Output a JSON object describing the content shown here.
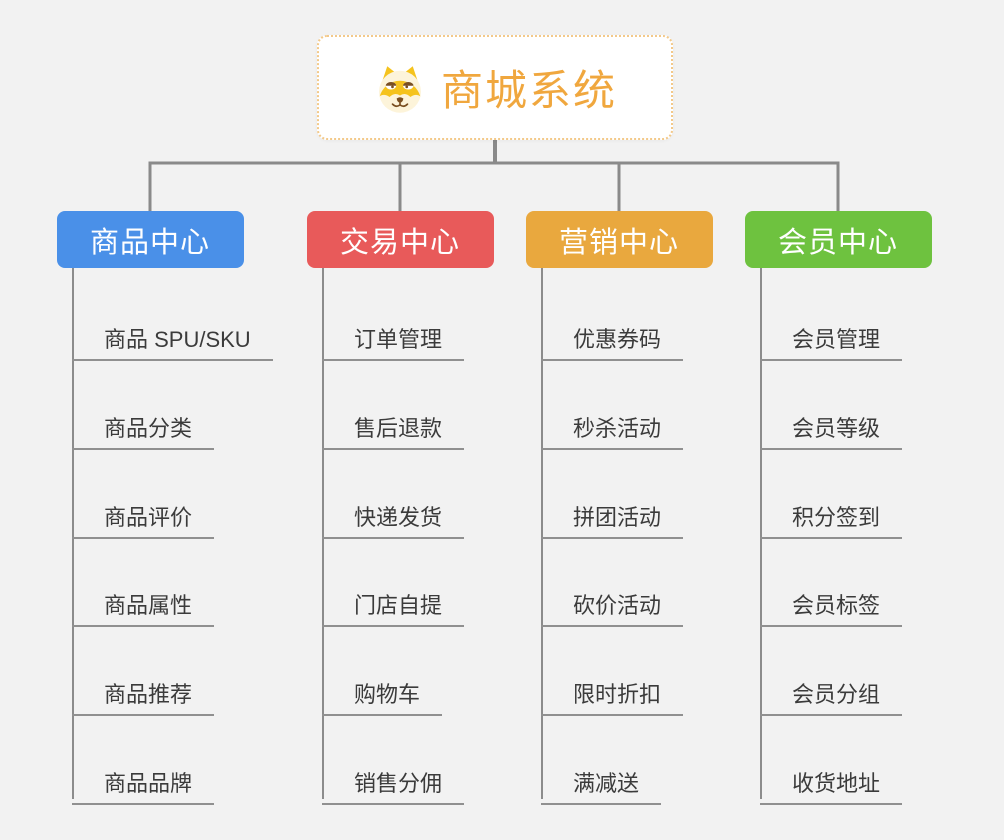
{
  "root": {
    "title": "商城系统",
    "icon": "dog-face-icon"
  },
  "branches": [
    {
      "label": "商品中心",
      "color": "#4a90e8",
      "children": [
        "商品 SPU/SKU",
        "商品分类",
        "商品评价",
        "商品属性",
        "商品推荐",
        "商品品牌"
      ]
    },
    {
      "label": "交易中心",
      "color": "#e85a5a",
      "children": [
        "订单管理",
        "售后退款",
        "快递发货",
        "门店自提",
        "购物车",
        "销售分佣"
      ]
    },
    {
      "label": "营销中心",
      "color": "#e9a83e",
      "children": [
        "优惠券码",
        "秒杀活动",
        "拼团活动",
        "砍价活动",
        "限时折扣",
        "满减送"
      ]
    },
    {
      "label": "会员中心",
      "color": "#6ec23f",
      "children": [
        "会员管理",
        "会员等级",
        "积分签到",
        "会员标签",
        "会员分组",
        "收货地址"
      ]
    }
  ],
  "colors": {
    "background": "#f2f2f2",
    "connector": "#8a8a8a",
    "trunk": "#8c8c8c",
    "underline": "#909090",
    "child_text": "#3b3b3b",
    "header_text": "#ffffff",
    "root_title": "#f0a73e",
    "root_border": "#f3c98a"
  }
}
